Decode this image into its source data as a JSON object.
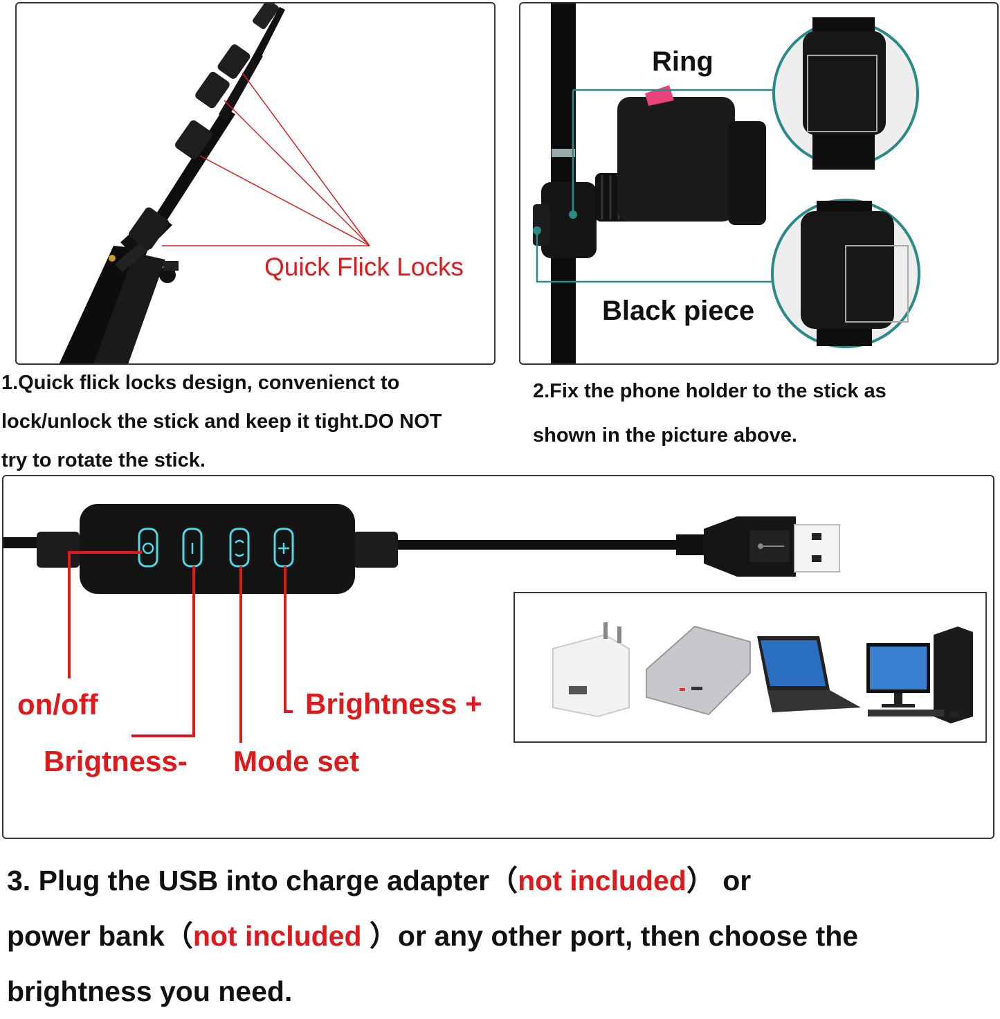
{
  "panel1": {
    "label": "Quick Flick Locks",
    "caption_lines": [
      "1.Quick flick locks design, convenienct to",
      "lock/unlock the stick and keep it tight.DO NOT",
      "try to rotate the stick."
    ]
  },
  "panel2": {
    "label_ring": "Ring",
    "label_black_piece": "Black piece",
    "caption_lines": [
      "2.Fix the phone holder to the stick as",
      "shown in the picture above."
    ]
  },
  "panel3": {
    "labels": {
      "on_off": "on/off",
      "brightness_minus": "Brigtness-",
      "mode_set": "Mode set",
      "brightness_plus": "Brightness +"
    },
    "devices": [
      "usb-wall-adapter-icon",
      "power-bank-icon",
      "laptop-icon",
      "desktop-computer-icon"
    ]
  },
  "footer": {
    "line1_a": "3. Plug the USB into charge adapter（",
    "line1_red": "not included",
    "line1_b": "） or",
    "line2_a": " power bank（",
    "line2_red": "not included",
    "line2_b": " ）or any other  port, then choose the",
    "line3": "brightness you need."
  },
  "colors": {
    "accent_red": "#e0191d",
    "teal": "#2a8a86",
    "button_glow": "#4fd8e6"
  }
}
